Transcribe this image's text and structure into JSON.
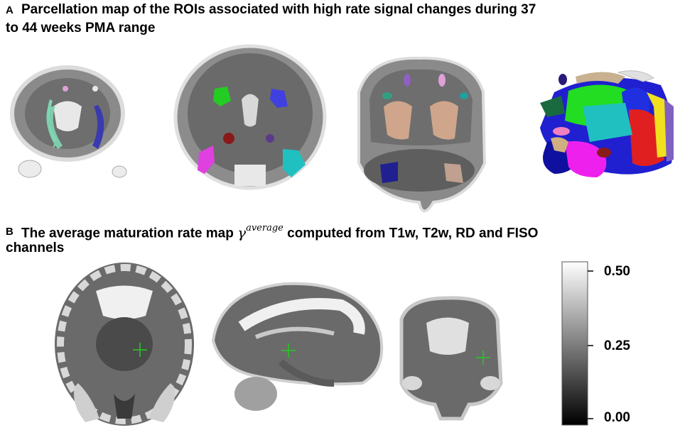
{
  "panel_a": {
    "letter": "A",
    "title_line1": "Parcellation map of the ROIs associated with high rate signal changes during 37",
    "title_line2": "to 44 weeks PMA range",
    "roi_colors": [
      "#7fd6b2",
      "#3a3ab0",
      "#e0a0d8",
      "#22cc22",
      "#4040e0",
      "#cc2222",
      "#e040e0",
      "#20c0c0",
      "#30a080",
      "#9060c0",
      "#e0b090",
      "#c0a090",
      "#202090",
      "#f060c0"
    ]
  },
  "panel_b": {
    "letter": "B",
    "title_part1": "The average maturation rate map",
    "gamma_symbol": "γ",
    "gamma_superscript": "average",
    "title_part2": "computed from T1w, T2w, RD and FISO",
    "title_line2": "channels",
    "crosshair_color": "#22cc22"
  },
  "colorbar": {
    "max_label": "0.50",
    "mid_label": "0.25",
    "min_label": "0.00"
  }
}
